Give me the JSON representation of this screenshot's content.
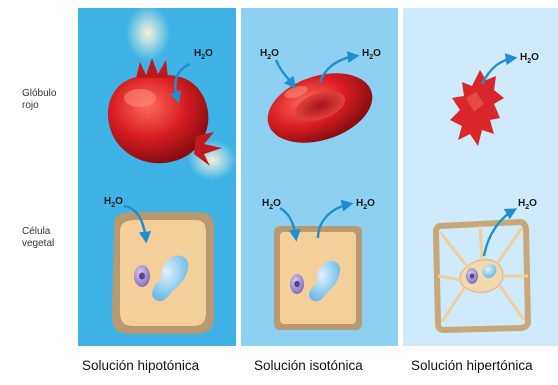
{
  "row_labels": {
    "red_blood_cell": [
      "Glóbulo",
      "rojo"
    ],
    "plant_cell": [
      "Célula",
      "vegetal"
    ]
  },
  "water": {
    "base": "H",
    "subscript": "2",
    "suffix": "O"
  },
  "captions": [
    "Solución hipotónica",
    "Solución isotónica",
    "Solución hipertónica"
  ],
  "colors": {
    "hypotonic_bg": "#3fb3e6",
    "isotonic_bg": "#8dd0f2",
    "hypertonic_bg": "#cfeafb",
    "arrow": "#1e8fd0",
    "red_cell": "#d81e22",
    "plant_wall": "#b89a72",
    "cytoplasm": "#f4cf9a",
    "vacuole": "#7fc4ee",
    "nucleus": "#9b86c8"
  }
}
